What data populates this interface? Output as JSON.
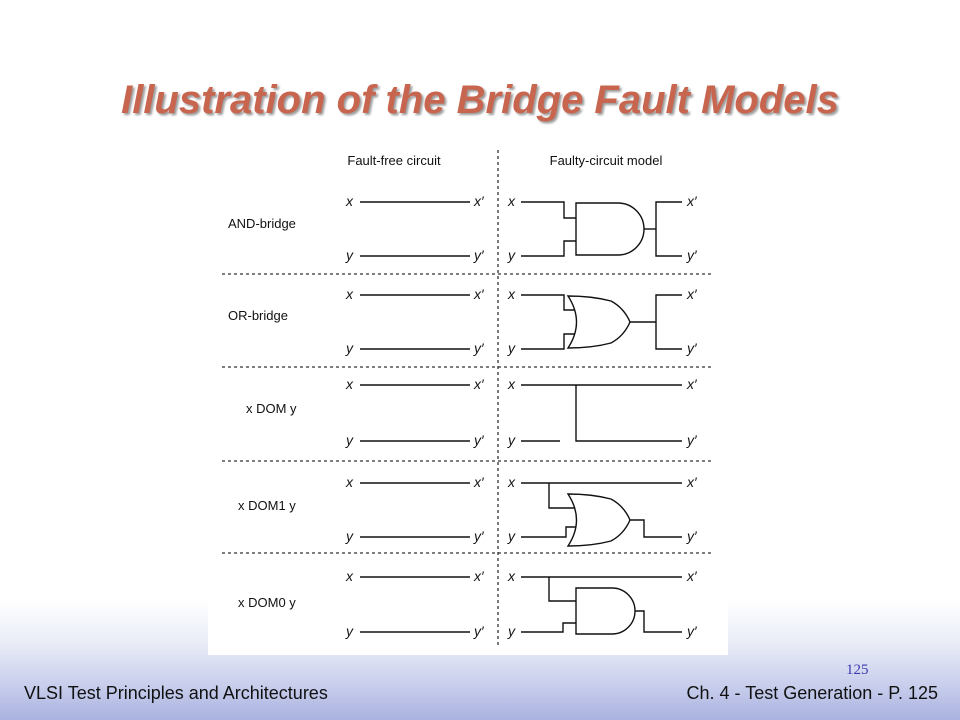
{
  "slide": {
    "title": "Illustration of the Bridge Fault Models",
    "page_number": "125",
    "footer_left": "VLSI Test Principles and Architectures",
    "footer_right": "Ch. 4 - Test Generation - P. 125"
  },
  "figure": {
    "header_fault_free": "Fault-free circuit",
    "header_faulty": "Faulty-circuit model",
    "var_x": "x",
    "var_y": "y",
    "var_x_prime": "x′",
    "var_y_prime": "y′",
    "rows": [
      {
        "label": "AND-bridge",
        "model": "and-gate"
      },
      {
        "label": "OR-bridge",
        "model": "or-gate"
      },
      {
        "label": "x DOM y",
        "model": "dominance-wire"
      },
      {
        "label": "x DOM1 y",
        "model": "or-gate-dominance"
      },
      {
        "label": "x DOM0 y",
        "model": "and-gate-dominance"
      }
    ]
  }
}
